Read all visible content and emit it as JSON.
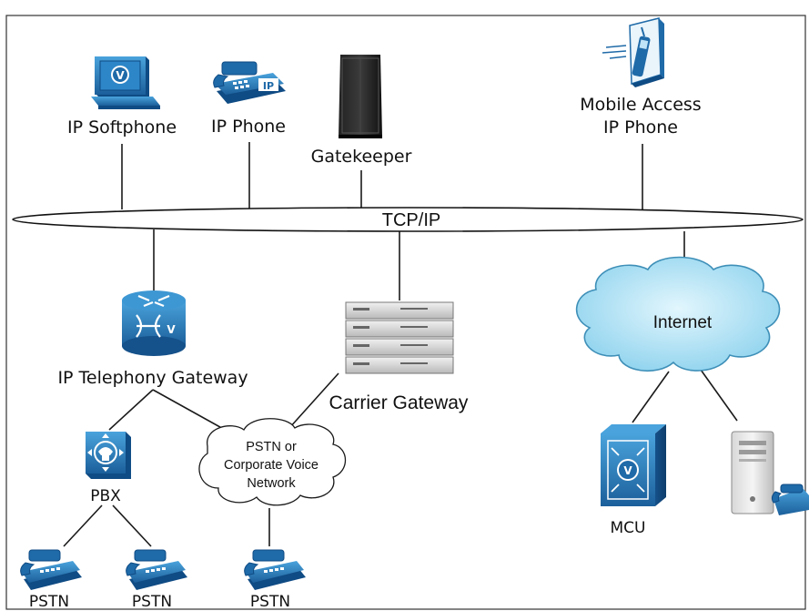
{
  "diagram": {
    "backbone_label": "TCP/IP",
    "top_nodes": {
      "softphone": "IP Softphone",
      "ip_phone": "IP Phone",
      "gatekeeper": "Gatekeeper",
      "mobile_line1": "Mobile Access",
      "mobile_line2": "IP Phone"
    },
    "middle_nodes": {
      "gateway": "IP Telephony Gateway",
      "carrier": "Carrier Gateway",
      "internet": "Internet"
    },
    "lower_nodes": {
      "pbx": "PBX",
      "pstn_cloud_line1": "PSTN or",
      "pstn_cloud_line2": "Corporate Voice",
      "pstn_cloud_line3": "Network",
      "mcu": "MCU"
    },
    "bottom_nodes": {
      "pstn_1": "PSTN",
      "pstn_2": "PSTN",
      "pstn_3": "PSTN"
    },
    "icon_text": {
      "softphone_badge": "V",
      "phone_badge": "IP",
      "router_badge": "V",
      "mcu_badge": "V"
    },
    "colors": {
      "cisco_blue": "#1f6aa8",
      "cisco_light": "#3d97d3",
      "cloud_fill": "#a9dff3",
      "line": "#1a1a1a"
    }
  }
}
